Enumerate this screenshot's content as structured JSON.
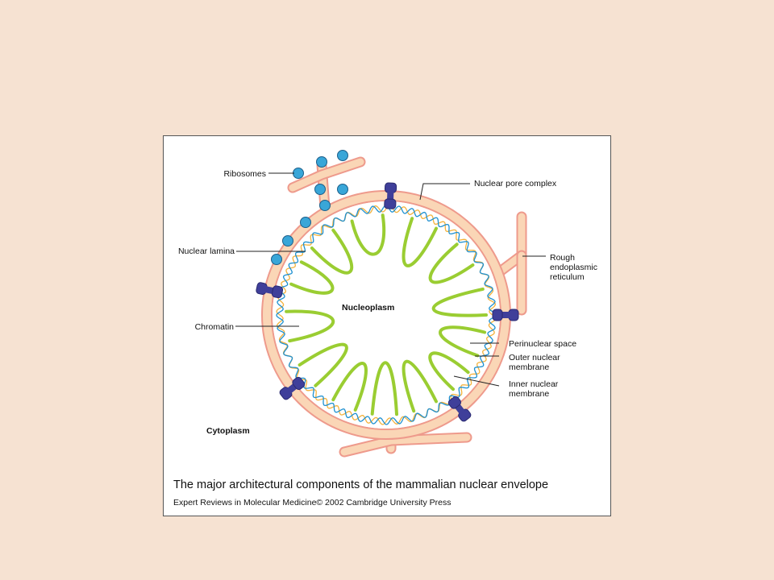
{
  "colors": {
    "background": "#f6e2d2",
    "membrane_fill": "#fad6b6",
    "membrane_edge": "#ee9a8c",
    "chromatin": "#9acd32",
    "lamina_blue": "#1e90d0",
    "lamina_orange": "#f4b23c",
    "ribosome": "#39a6d8",
    "pore": "#3f3f9a"
  },
  "labels": {
    "ribosomes": "Ribosomes",
    "nuclear_pore_complex": "Nuclear pore complex",
    "nuclear_lamina": "Nuclear lamina",
    "rough_er": [
      "Rough",
      "endoplasmic",
      "reticulum"
    ],
    "nucleoplasm": "Nucleoplasm",
    "chromatin": "Chromatin",
    "perinuclear_space": "Perinuclear space",
    "outer_membrane": [
      "Outer nuclear",
      "membrane"
    ],
    "inner_membrane": [
      "Inner nuclear",
      "membrane"
    ],
    "cytoplasm": "Cytoplasm"
  },
  "caption": "The major architectural components of the mammalian nuclear envelope",
  "credit": "Expert Reviews in Molecular Medicine© 2002 Cambridge University Press"
}
